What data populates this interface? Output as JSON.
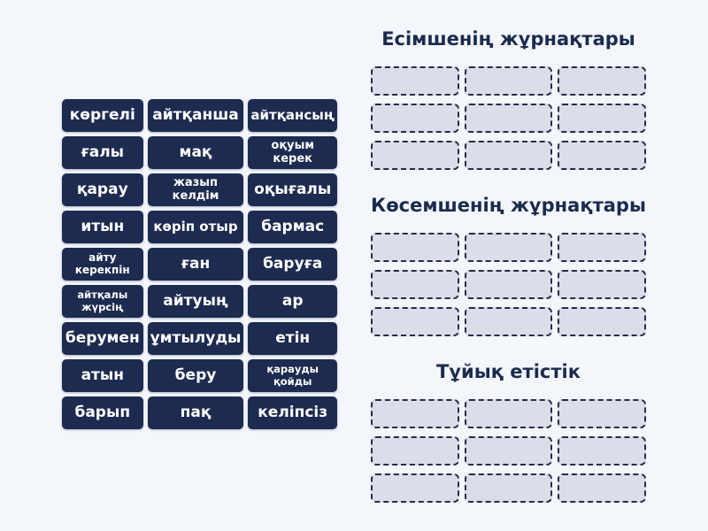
{
  "colors": {
    "background": "#f3f6fb",
    "tile_bg": "#1d2b50",
    "tile_text": "#ffffff",
    "slot_bg": "#dbdee8",
    "slot_border": "#232d47",
    "heading_text": "#1b2b4d"
  },
  "word_bank": {
    "tiles": [
      "көргелі",
      "айтқанша",
      "айтқансың",
      "ғалы",
      "мақ",
      "оқуым керек",
      "қарау",
      "жазып келдім",
      "оқығалы",
      "итын",
      "көріп отыр",
      "бармас",
      "айту керекпін",
      "ған",
      "баруға",
      "айтқалы\nжүрсің",
      "айтуың",
      "ар",
      "берумен",
      "ұмтылуды",
      "етін",
      "атын",
      "беру",
      "қарауды\nқойды",
      "барып",
      "пақ",
      "келіпсіз"
    ]
  },
  "groups": [
    {
      "title": "Есімшенің жұрнақтары",
      "slot_count": 9
    },
    {
      "title": "Көсемшенің жұрнақтары",
      "slot_count": 9
    },
    {
      "title": "Тұйық етістік",
      "slot_count": 9
    }
  ]
}
